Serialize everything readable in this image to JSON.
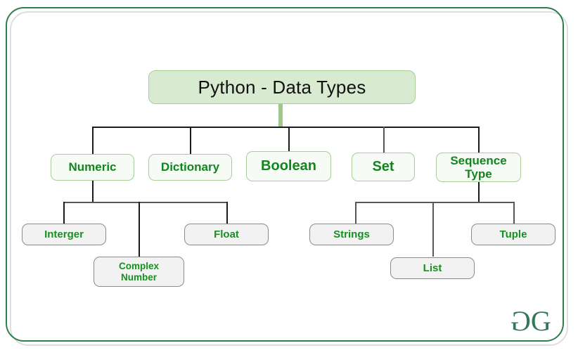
{
  "diagram": {
    "title": "Python - Data Types",
    "type": "tree",
    "root": {
      "label": "Python - Data Types"
    },
    "level2": [
      {
        "label": "Numeric"
      },
      {
        "label": "Dictionary"
      },
      {
        "label": "Boolean"
      },
      {
        "label": "Set"
      },
      {
        "label": "Sequence Type",
        "line1": "Sequence",
        "line2": "Type"
      }
    ],
    "numeric_children": [
      {
        "label": "Interger"
      },
      {
        "label": "Complex Number",
        "line1": "Complex",
        "line2": "Number"
      },
      {
        "label": "Float"
      }
    ],
    "sequence_children": [
      {
        "label": "Strings"
      },
      {
        "label": "List"
      },
      {
        "label": "Tuple"
      }
    ]
  },
  "branding": {
    "logo_text": "GG",
    "logo_name": "geeksforgeeks-logo"
  },
  "colors": {
    "frame_green": "#2f7d4f",
    "root_fill": "#d8ead0",
    "root_border": "#a8cc9a",
    "level2_fill": "#f7fbf5",
    "level2_text": "#12851f",
    "leaf_fill": "#f2f2f2",
    "leaf_border": "#8c8c8c",
    "leaf_text": "#16901f",
    "connector": "#1b1b1b",
    "stem": "#9fc78c"
  }
}
